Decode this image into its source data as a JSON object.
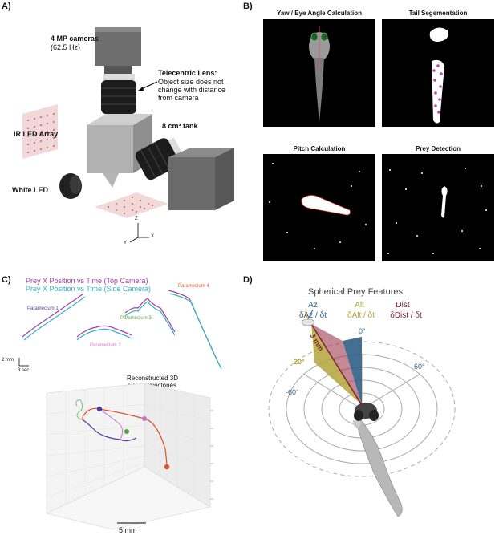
{
  "panelA": {
    "label": "A)",
    "cameras_title": "4 MP cameras",
    "cameras_rate": "(62.5 Hz)",
    "lens_title": "Telecentric Lens:",
    "lens_desc": [
      "Object size does not",
      "change with distance",
      "from camera"
    ],
    "ir_array": "IR LED Array",
    "tank": "8 cm³ tank",
    "white_led": "White LED",
    "axis_z": "Z",
    "axis_y": "Y",
    "axis_x": "X"
  },
  "panelB": {
    "label": "B)",
    "titles": [
      "Yaw / Eye Angle Calculation",
      "Tail Segementation",
      "Pitch Calculation",
      "Prey Detection"
    ]
  },
  "panelC": {
    "label": "C)",
    "legend_top": "Prey X Position vs Time (Top Camera)",
    "legend_side": "Prey X Position vs Time (Side Camera)",
    "paramecia": [
      "Paramecium 1",
      "Paramecium 2",
      "Paramecium 3",
      "Paramecium 4"
    ],
    "scale_y": "2 mm",
    "scale_x": "3 sec",
    "recon_title": [
      "Reconstructed 3D",
      "Prey Trajectories"
    ],
    "scale_3d": "5 mm"
  },
  "panelD": {
    "label": "D)",
    "title": "Spherical Prey Features",
    "features": [
      {
        "name": "Az",
        "rate": "δAz / δt",
        "color": "#2f5f86"
      },
      {
        "name": "Alt",
        "rate": "δAlt / δt",
        "color": "#b3a43a"
      },
      {
        "name": "Dist",
        "rate": "δDist / δt",
        "color": "#7e2431"
      }
    ],
    "dist_label": "3 mm",
    "alt_label": "20°",
    "az_zero": "0°",
    "az_pos": "60°",
    "az_neg": "-60°"
  },
  "colors": {
    "top_camera": "#a23fa8",
    "side_camera": "#35b3c4",
    "paramecium4": "#e0512b",
    "paramecium3": "#5a9b3b"
  }
}
